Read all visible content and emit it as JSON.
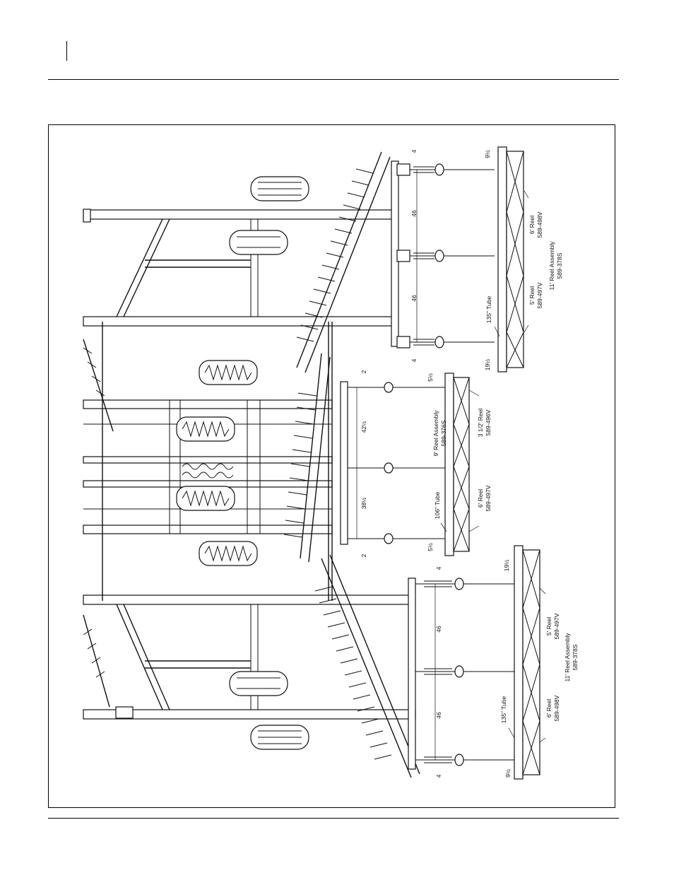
{
  "drawing": {
    "right_section": {
      "dims": [
        "4",
        "46",
        "46",
        "4"
      ],
      "end_dims": [
        "9½",
        "19½"
      ],
      "tube": "135\" Tube",
      "reel_a_name": "6' Reel",
      "reel_a_part": "589-498V",
      "reel_b_name": "5' Reel",
      "reel_b_part": "589-497V",
      "assembly_name": "11' Reel Assembly",
      "assembly_part": "589-378S"
    },
    "center_section": {
      "dims": [
        "2",
        "42½",
        "38½",
        "2"
      ],
      "end_dims": [
        "5½",
        "5½"
      ],
      "tube": "106\" Tube",
      "reel_a_name": "3 1/2' Reel",
      "reel_a_part": "589-496V",
      "reel_b_name": "6' Reel",
      "reel_b_part": "589-497V",
      "assembly_name": "9' Reel Assembly",
      "assembly_part": "589-376S"
    },
    "left_section": {
      "dims": [
        "4",
        "46",
        "46",
        "4"
      ],
      "end_dims": [
        "19½",
        "9½"
      ],
      "tube": "135\" Tube",
      "reel_a_name": "5' Reel",
      "reel_a_part": "589-497V",
      "reel_b_name": "6' Reel",
      "reel_b_part": "589-498V",
      "assembly_name": "11' Reel Assembly",
      "assembly_part": "589-378S"
    }
  }
}
